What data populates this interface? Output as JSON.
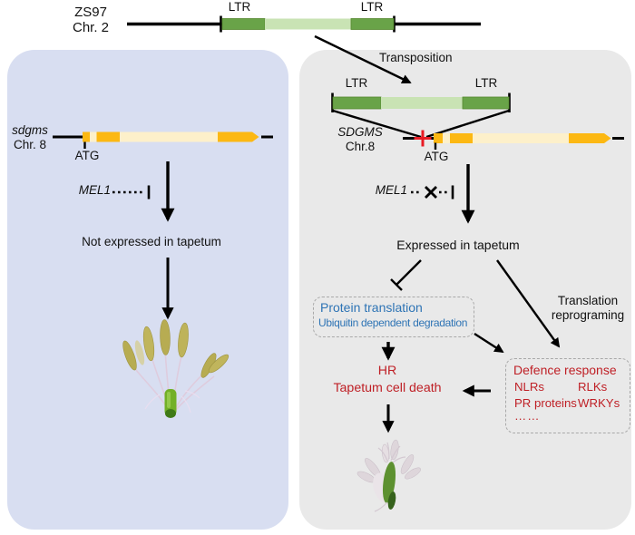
{
  "top": {
    "chrom_line1": "ZS97",
    "chrom_line2": "Chr. 2",
    "ltr_left": "LTR",
    "ltr_right": "LTR"
  },
  "left_panel": {
    "gene_line1": "sdgms",
    "gene_line2": "Chr. 8",
    "atg": "ATG",
    "mel1": "MEL1",
    "expression": "Not expressed in tapetum"
  },
  "right_panel": {
    "transposition": "Transposition",
    "ltr_left": "LTR",
    "ltr_right": "LTR",
    "gene_line1": "SDGMS",
    "gene_line2": "Chr.8",
    "atg": "ATG",
    "mel1": "MEL1",
    "expression": "Expressed in tapetum",
    "reprograming_line1": "Translation",
    "reprograming_line2": "reprograming",
    "protein_box_line1": "Protein translation",
    "protein_box_line2": "Ubiquitin dependent degradation",
    "hr": "HR",
    "cell_death": "Tapetum cell death",
    "defence_title": "Defence response",
    "defence_items": [
      "NLRs",
      "RLKs",
      "PR proteins",
      "WRKYs",
      "……"
    ]
  },
  "colors": {
    "panel_left_bg": "#d8def1",
    "panel_right_bg": "#e9e9e9",
    "ltr_dark_green": "#69a348",
    "ltr_light_green": "#c9e3b4",
    "exon_orange": "#fcb813",
    "intron_pale": "#fdf0ca",
    "blue_text": "#2e74b5",
    "red_text": "#bf2026",
    "insertion_mark_red": "#e81c24"
  }
}
